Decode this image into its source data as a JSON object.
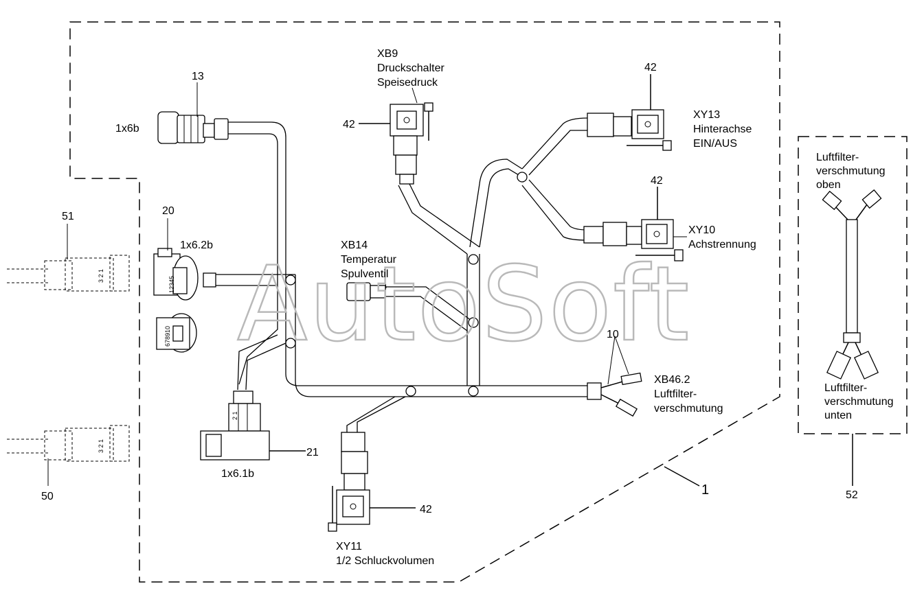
{
  "watermark": "AutoSoft",
  "callouts": {
    "c13": "13",
    "c20": "20",
    "c51": "51",
    "c50": "50",
    "c21": "21",
    "c42_xb9": "42",
    "c42_xy13": "42",
    "c42_xy10": "42",
    "c42_xy11": "42",
    "c10": "10",
    "c1": "1",
    "c52": "52"
  },
  "connectors": {
    "x6b": "1x6b",
    "x62b": "1x6.2b",
    "x61b": "1x6.1b"
  },
  "labels": {
    "xb9": [
      "XB9",
      "Druckschalter",
      "Speisedruck"
    ],
    "xy13": [
      "XY13",
      "Hinterachse",
      "EIN/AUS"
    ],
    "xy10": [
      "XY10",
      "Achstrennung"
    ],
    "xb14": [
      "XB14",
      "Temperatur",
      "Spulventil"
    ],
    "xb462": [
      "XB46.2",
      "Luftfilter-",
      "verschmutung"
    ],
    "xy11": [
      "XY11",
      "1/2 Schluckvolumen"
    ],
    "lf_oben": [
      "Luftfilter-",
      "verschmutung",
      "oben"
    ],
    "lf_unten": [
      "Luftfilter-",
      "verschmutung",
      "unten"
    ]
  },
  "pin_marks": {
    "p12345": "12345",
    "p678910": "678910",
    "p21": "2 1",
    "p321": "3 2 1"
  }
}
